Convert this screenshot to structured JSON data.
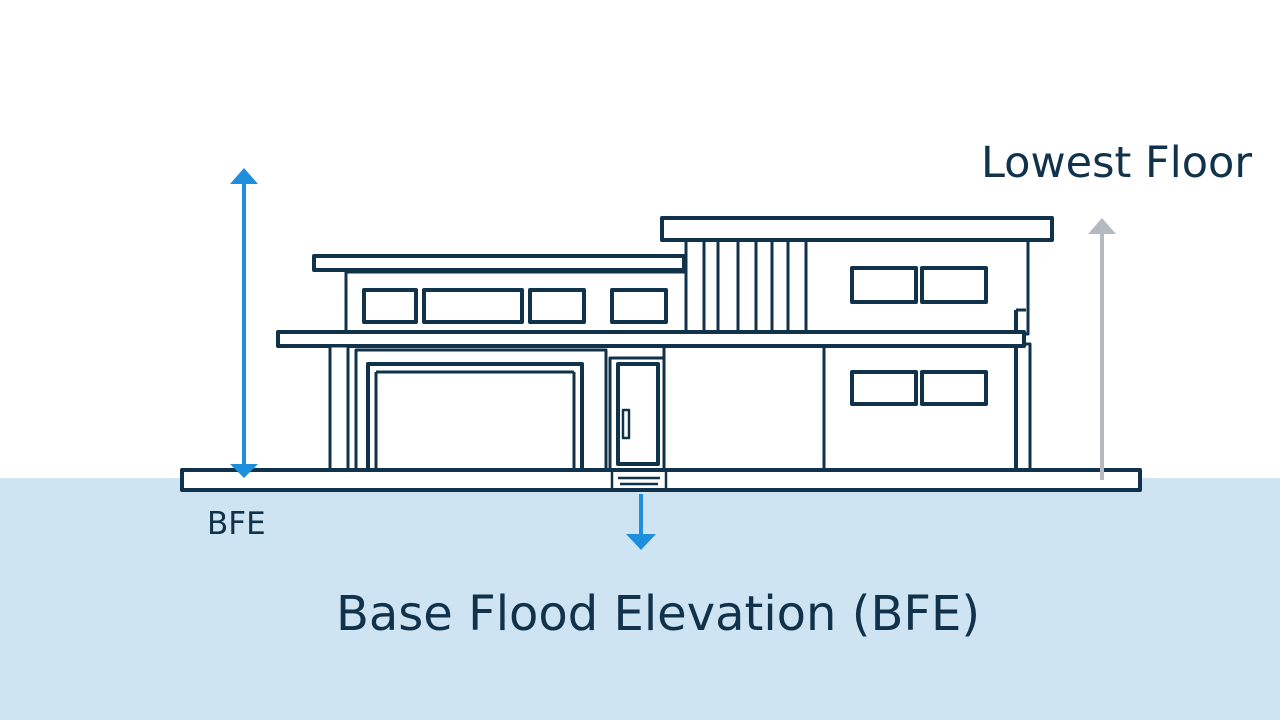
{
  "labels": {
    "lowest_floor": "Lowest Floor",
    "bfe_short": "BFE",
    "bfe_title": "Base Flood Elevation (BFE)"
  },
  "colors": {
    "background": "#ffffff",
    "water": "#cfe4f2",
    "outline": "#10324a",
    "bfe_arrow": "#1e8fdc",
    "lowest_floor_arrow": "#b4bac0"
  },
  "icons": {
    "bfe_height_arrow": "double-headed-vertical-arrow",
    "down_arrow": "down-arrow",
    "lowest_floor_arrow": "up-arrow"
  }
}
